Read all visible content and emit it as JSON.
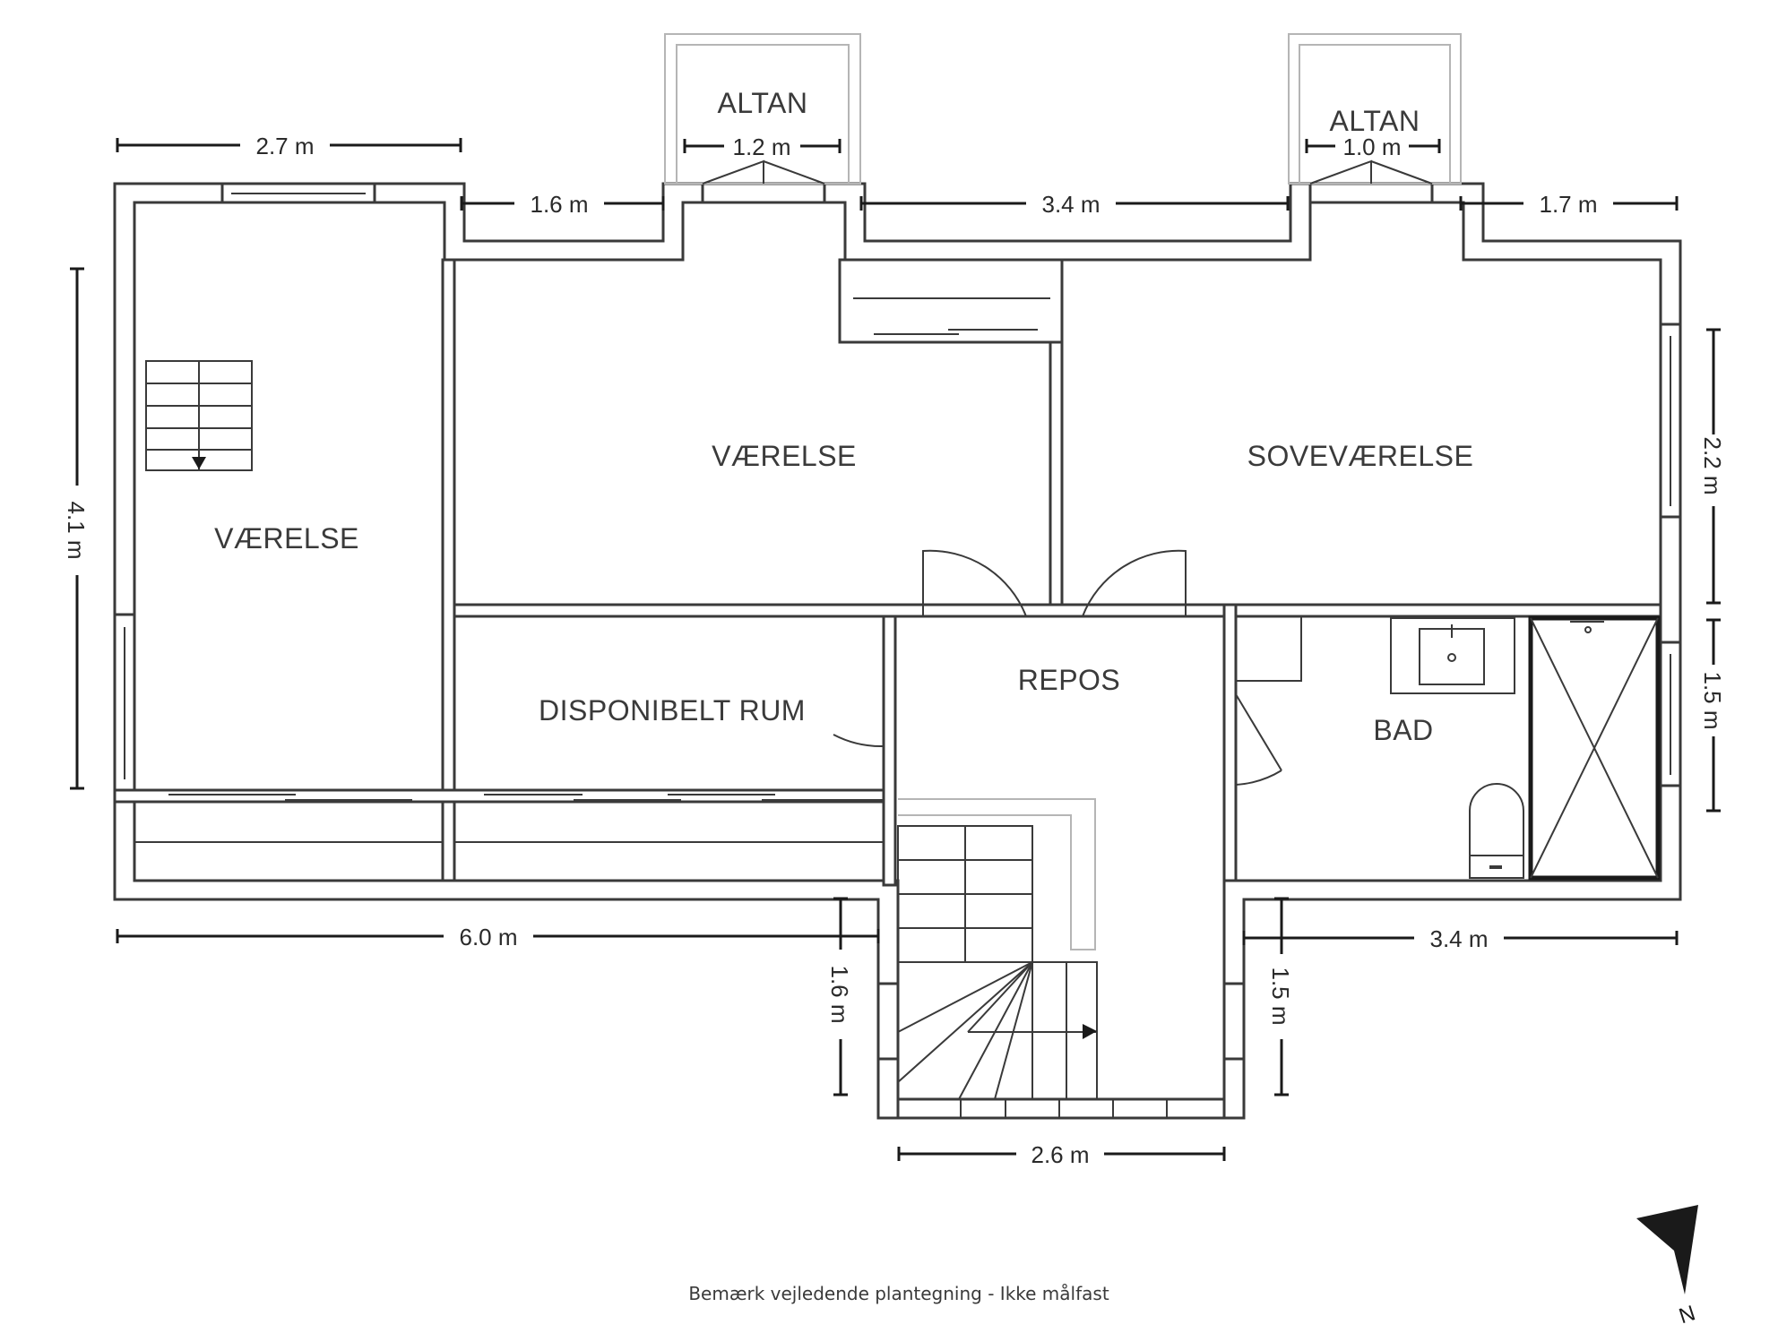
{
  "rooms": {
    "altan_left": "ALTAN",
    "altan_right": "ALTAN",
    "vaerelse_left": "VÆRELSE",
    "vaerelse_mid": "VÆRELSE",
    "sovevaerelse": "SOVEVÆRELSE",
    "disponibelt_rum": "DISPONIBELT RUM",
    "repos": "REPOS",
    "bad": "BAD"
  },
  "dimensions": {
    "top_left_width": "2.7 m",
    "top_1_6": "1.6 m",
    "altan_left_width": "1.2 m",
    "top_3_4": "3.4 m",
    "altan_right_width": "1.0 m",
    "top_1_7": "1.7 m",
    "left_height": "4.1 m",
    "right_upper": "2.2 m",
    "right_lower": "1.5 m",
    "bottom_left": "6.0 m",
    "stair_left": "1.6 m",
    "stair_right": "1.5 m",
    "bottom_right": "3.4 m",
    "bottom_stair": "2.6 m"
  },
  "compass": {
    "label": "N"
  },
  "footer": {
    "note": "Bemærk vejledende plantegning - Ikke målfast"
  }
}
